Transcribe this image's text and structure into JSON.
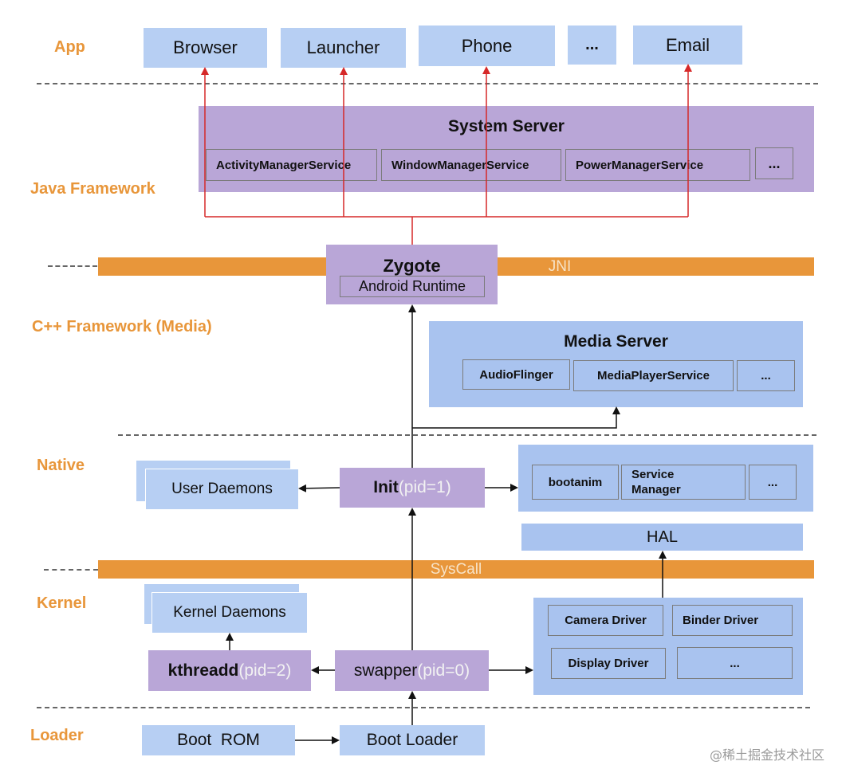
{
  "layers": {
    "app": "App",
    "java": "Java Framework",
    "cpp": "C++ Framework (Media)",
    "native": "Native",
    "kernel": "Kernel",
    "loader": "Loader"
  },
  "apps": {
    "browser": "Browser",
    "launcher": "Launcher",
    "phone": "Phone",
    "more": "...",
    "email": "Email"
  },
  "system_server": {
    "title": "System Server",
    "services": [
      "ActivityManagerService",
      "WindowManagerService",
      "PowerManagerService",
      "..."
    ]
  },
  "zygote": {
    "title": "Zygote",
    "runtime": "Android Runtime"
  },
  "jni": "JNI",
  "media_server": {
    "title": "Media Server",
    "services": [
      "AudioFlinger",
      "MediaPlayerService",
      "..."
    ]
  },
  "native": {
    "user_daemons": "User Daemons",
    "init_name": "Init",
    "init_pid": "(pid=1)",
    "services": [
      "bootanim",
      "Service\nManager",
      "..."
    ],
    "hal": "HAL"
  },
  "syscall": "SysCall",
  "kernel": {
    "kernel_daemons": "Kernel Daemons",
    "kthreadd_name": "kthreadd",
    "kthreadd_pid": "(pid=2)",
    "swapper_name": "swapper",
    "swapper_pid": "(pid=0)",
    "drivers": [
      "Camera Driver",
      "Binder Driver",
      "Display Driver",
      "..."
    ]
  },
  "loader": {
    "boot_rom": "Boot  ROM",
    "boot_loader": "Boot Loader"
  },
  "watermark": "@稀土掘金技术社区",
  "colors": {
    "layer_label": "#e8963a",
    "blue_box": "#a9c3ef",
    "purple_box": "#b9a6d7",
    "band": "#e8963a",
    "red_arrow": "#d62828"
  }
}
